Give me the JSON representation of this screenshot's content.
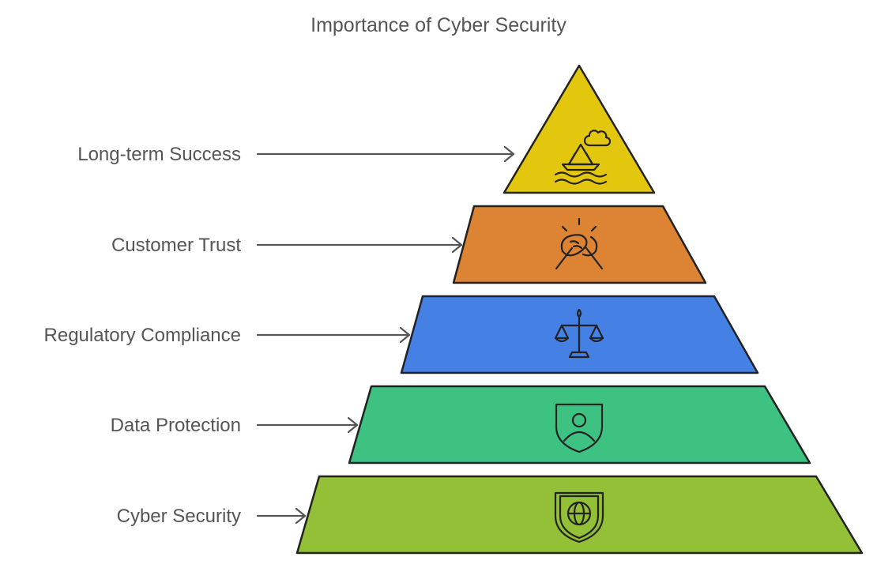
{
  "title": "Importance of Cyber Security",
  "tiers": [
    {
      "label": "Long-term Success",
      "color": "#e3c70e",
      "icon": "boat-cloud-icon"
    },
    {
      "label": "Customer Trust",
      "color": "#dc8434",
      "icon": "handshake-icon"
    },
    {
      "label": "Regulatory Compliance",
      "color": "#4580e4",
      "icon": "scales-icon"
    },
    {
      "label": "Data Protection",
      "color": "#3dc282",
      "icon": "user-shield-icon"
    },
    {
      "label": "Cyber Security",
      "color": "#93c036",
      "icon": "globe-shield-icon"
    }
  ]
}
